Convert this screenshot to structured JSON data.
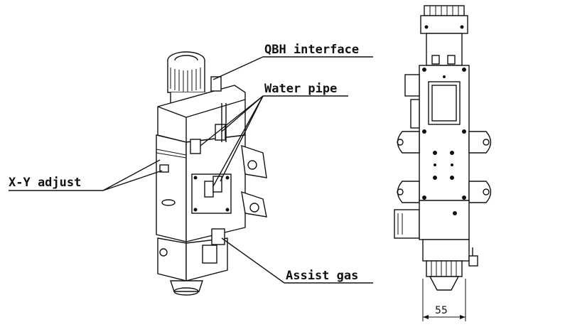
{
  "labels": {
    "qbh": "QBH interface",
    "water": "Water pipe",
    "xy": "X-Y adjust",
    "gas": "Assist gas"
  },
  "dimension": {
    "value": "55"
  },
  "colors": {
    "line": "#111111",
    "background": "#ffffff"
  }
}
